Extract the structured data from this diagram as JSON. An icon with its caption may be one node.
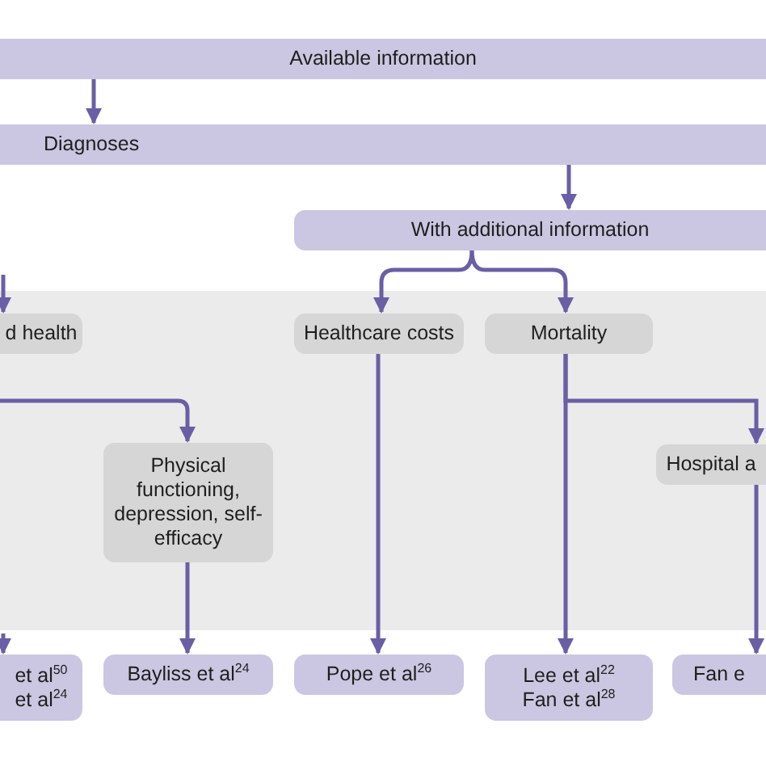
{
  "diagram": {
    "nodes": [
      {
        "text": [
          "Available information"
        ]
      },
      {
        "text": [
          "Diagnoses"
        ]
      },
      {
        "text": [
          "With additional information"
        ]
      },
      {
        "text": [
          "d health"
        ]
      },
      {
        "text": [
          "Healthcare costs"
        ]
      },
      {
        "text": [
          "Mortality"
        ]
      },
      {
        "text": [
          "Physical functioning, depression, self-efficacy"
        ]
      },
      {
        "text": [
          "Hospital a"
        ]
      },
      {
        "text": [
          "et al$^{50}$",
          "et al$^{24}$"
        ]
      },
      {
        "text": [
          "Bayliss et al$^{24}$"
        ]
      },
      {
        "text": [
          "Pope et al$^{26}$"
        ]
      },
      {
        "text": [
          "Lee et al$^{22}$",
          "Fan et al$^{28}$"
        ]
      },
      {
        "text": [
          "Fan e"
        ]
      }
    ],
    "edges": [
      {
        "from": 0,
        "to": 1,
        "arrow": "to"
      },
      {
        "from": 1,
        "to": 2,
        "arrow": "to"
      },
      {
        "from": 2,
        "to": 4,
        "arrow": "to"
      },
      {
        "from": 2,
        "to": 5,
        "arrow": "to"
      },
      {
        "from": null,
        "to": 3,
        "arrow": "to"
      },
      {
        "from": null,
        "to": 6,
        "arrow": "to"
      },
      {
        "from": null,
        "to": 8,
        "arrow": "to"
      },
      {
        "from": 6,
        "to": 9,
        "arrow": "to"
      },
      {
        "from": 4,
        "to": 10,
        "arrow": "to"
      },
      {
        "from": 5,
        "to": 11,
        "arrow": "to"
      },
      {
        "from": 5,
        "to": 7,
        "arrow": "to"
      },
      {
        "from": 7,
        "to": 12,
        "arrow": "to"
      }
    ]
  }
}
